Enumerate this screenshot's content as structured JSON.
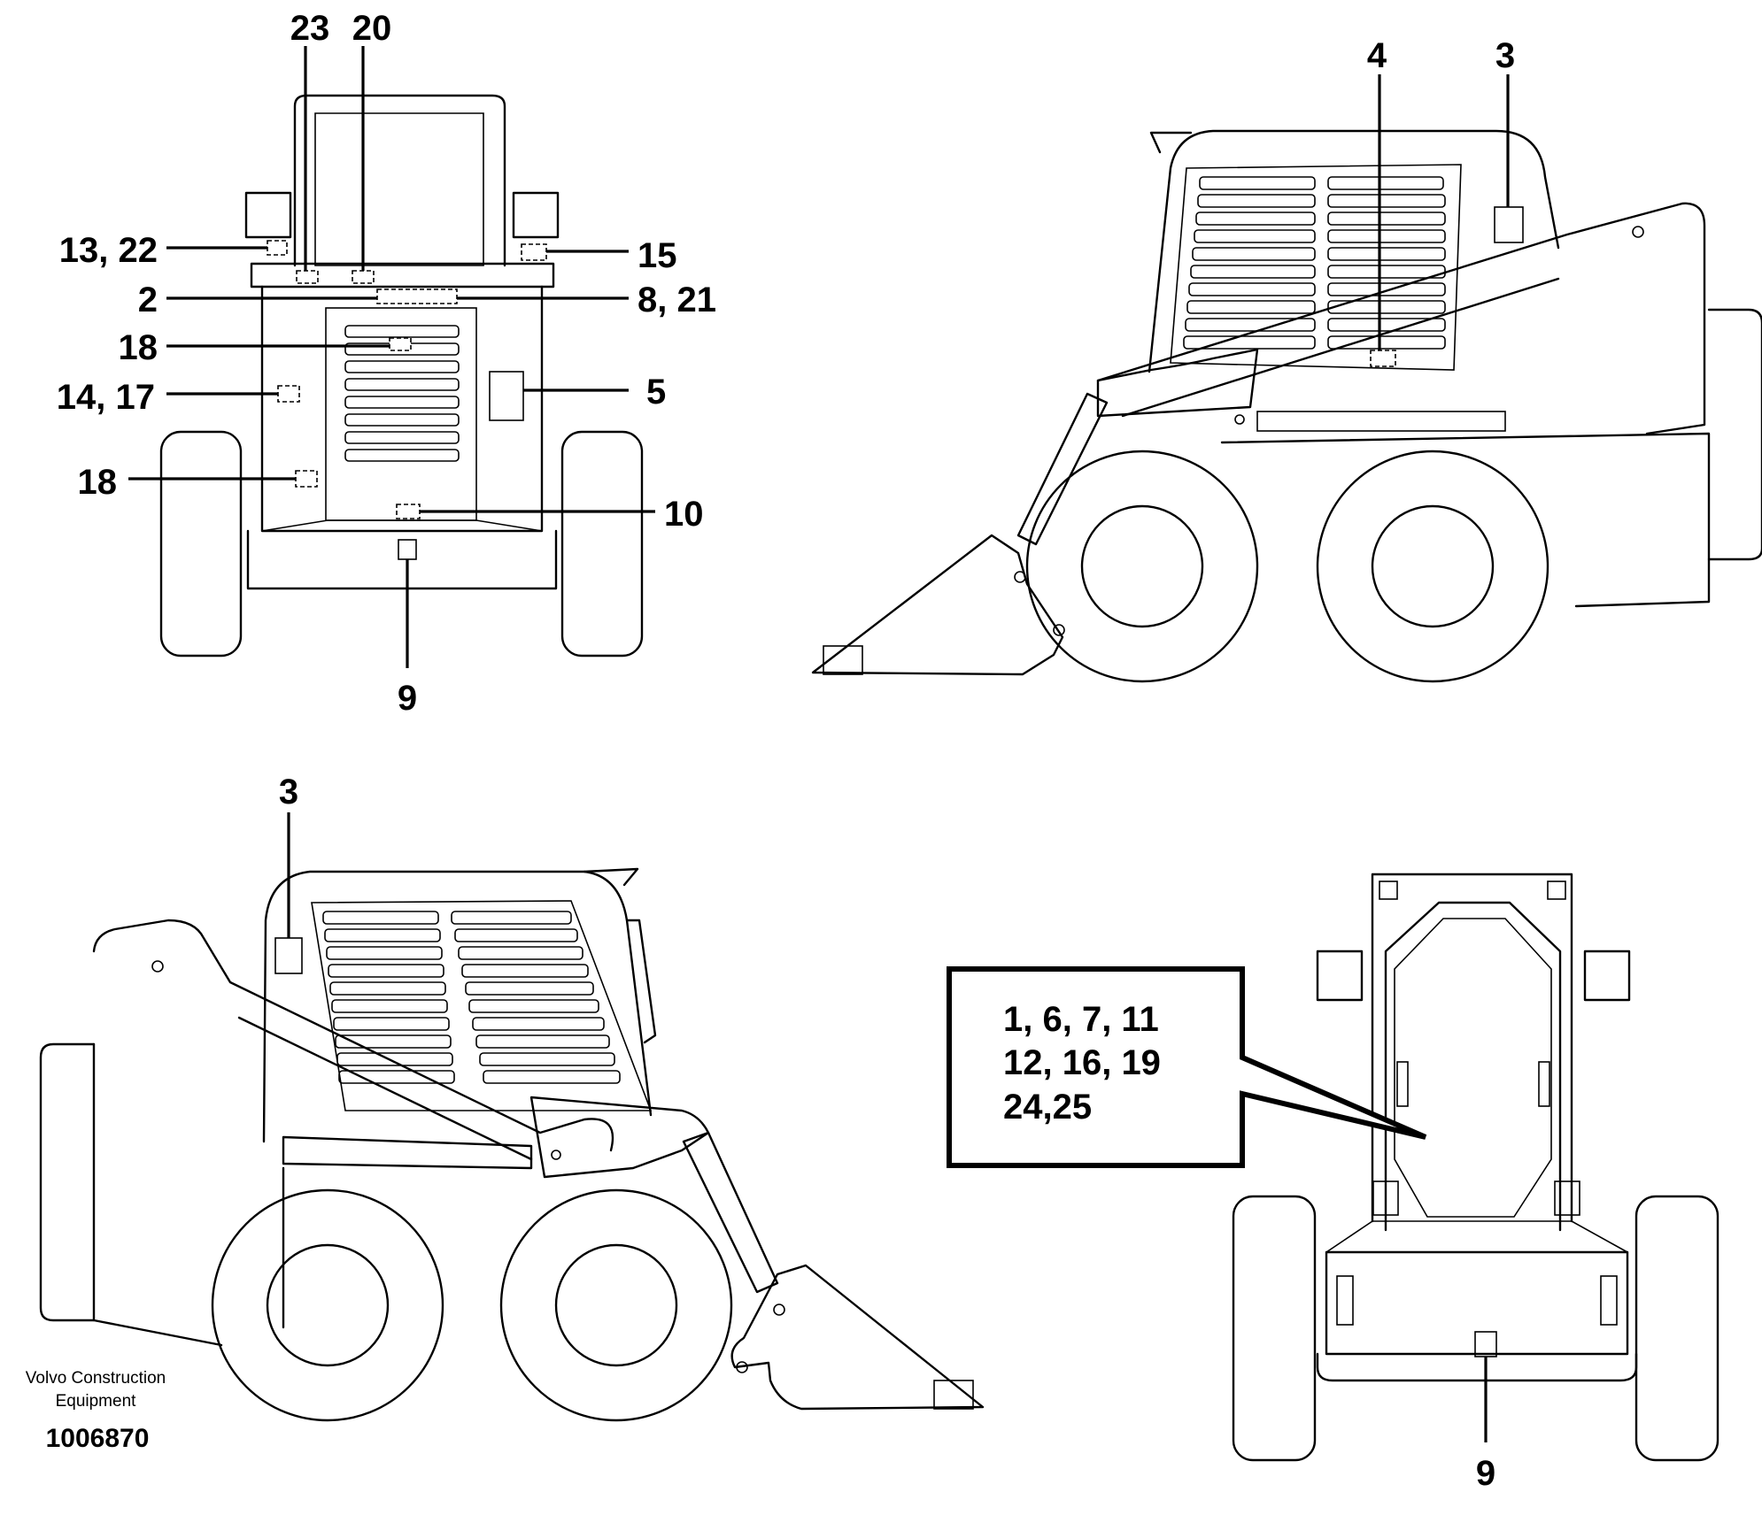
{
  "labels": {
    "rear_top": "23",
    "rear_top2": "20",
    "rear_13_22": "13, 22",
    "rear_15": "15",
    "rear_2": "2",
    "rear_8_21": "8, 21",
    "rear_18a": "18",
    "rear_14_17": "14, 17",
    "rear_5": "5",
    "rear_18b": "18",
    "rear_10": "10",
    "rear_9": "9",
    "side1_4": "4",
    "side1_3": "3",
    "side2_3": "3",
    "front_9": "9"
  },
  "callout": {
    "line1": "1, 6, 7, 11",
    "line2": "12, 16, 19",
    "line3": "24,25"
  },
  "footer": {
    "brand_line1": "Volvo Construction",
    "brand_line2": "Equipment",
    "part_number": "1006870"
  }
}
